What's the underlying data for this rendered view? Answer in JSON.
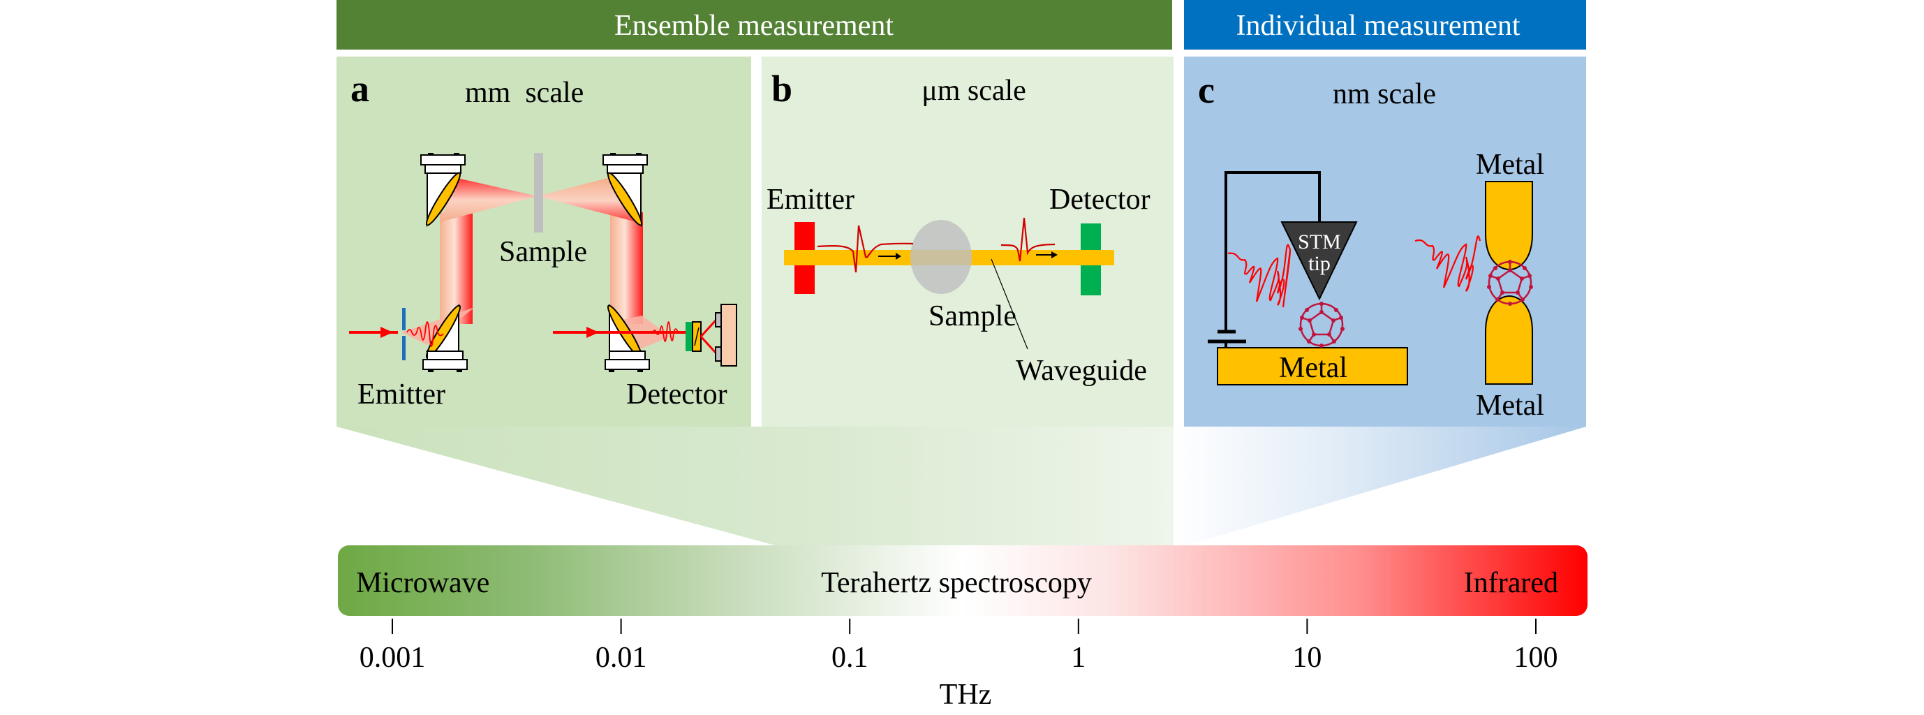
{
  "header": {
    "ensemble": {
      "label": "Ensemble measurement",
      "color": "#548235"
    },
    "individual": {
      "label": "Individual measurement",
      "color": "#0070c0"
    }
  },
  "panels": {
    "a": {
      "letter": "a",
      "scale": "mm  scale",
      "background": "#cce3be",
      "labels": {
        "sample": "Sample",
        "emitter": "Emitter",
        "detector": "Detector"
      }
    },
    "b": {
      "letter": "b",
      "scale": "μm scale",
      "background": "#e2efda",
      "labels": {
        "emitter": "Emitter",
        "detector": "Detector",
        "sample": "Sample",
        "waveguide": "Waveguide"
      }
    },
    "c": {
      "letter": "c",
      "scale": "nm scale",
      "background": "#a7c7e7",
      "labels": {
        "stm_line1": "STM",
        "stm_line2": "tip",
        "metal_substrate": "Metal",
        "metal_top": "Metal",
        "metal_bottom": "Metal"
      }
    }
  },
  "spectrum": {
    "labels": {
      "left": "Microwave",
      "center": "Terahertz spectroscopy",
      "right": "Infrared"
    },
    "colors": {
      "left": "#70ad47",
      "middle": "#ffffff",
      "right": "#ff0000"
    },
    "axis": {
      "ticks": [
        "0.001",
        "0.01",
        "0.1",
        "1",
        "10",
        "100"
      ],
      "unit": "THz",
      "scale": "log10"
    }
  },
  "colors": {
    "metal": "#ffc000",
    "beam": "#ff0000",
    "stm_tip": "#3a3a3a",
    "sample_gray": "#bfbfbf",
    "emitter_red": "#ff0000",
    "detector_green": "#00b050",
    "molecule": "#c0143c"
  }
}
